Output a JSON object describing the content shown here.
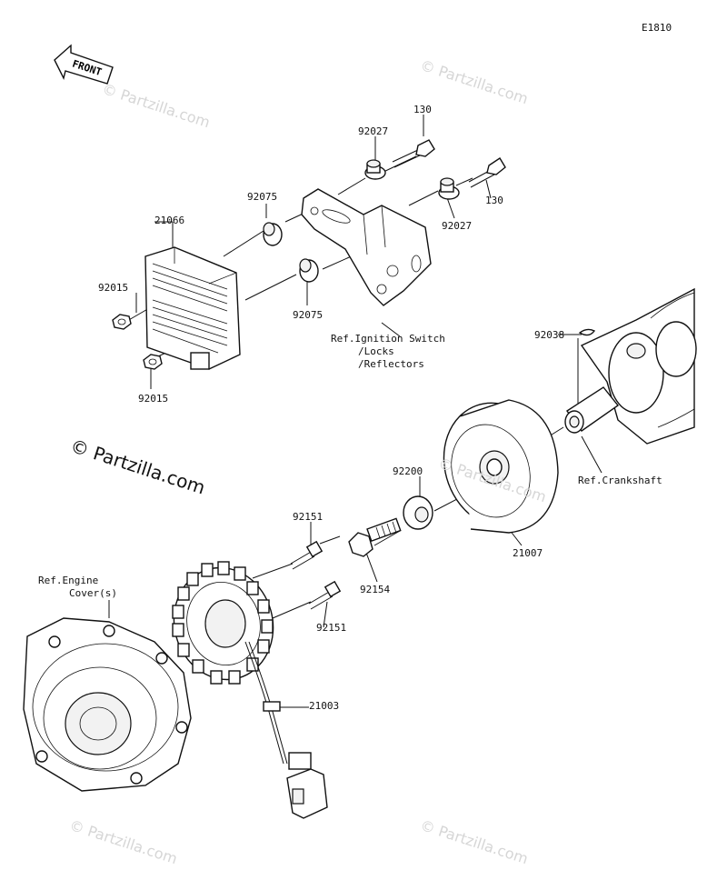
{
  "diagram": {
    "code": "E1810",
    "front_label": "FRONT",
    "watermark_small": "© Partzilla.com",
    "watermark_large": "© Partzilla.com",
    "parts": {
      "p130_top": "130",
      "p92027_top": "92027",
      "p92075_top": "92075",
      "p130_right": "130",
      "p92027_right": "92027",
      "p21066": "21066",
      "p92015_left": "92015",
      "p92075_bottom": "92075",
      "p92015_bottom": "92015",
      "p92038": "92038",
      "p92200": "92200",
      "p92151_top": "92151",
      "p92154": "92154",
      "p21007": "21007",
      "p92151_bottom": "92151",
      "p21003": "21003"
    },
    "refs": {
      "ignition_line1": "Ref.Ignition Switch",
      "ignition_line2": "/Locks",
      "ignition_line3": "/Reflectors",
      "crankshaft": "Ref.Crankshaft",
      "engine_cover_line1": "Ref.Engine",
      "engine_cover_line2": "Cover(s)"
    }
  }
}
